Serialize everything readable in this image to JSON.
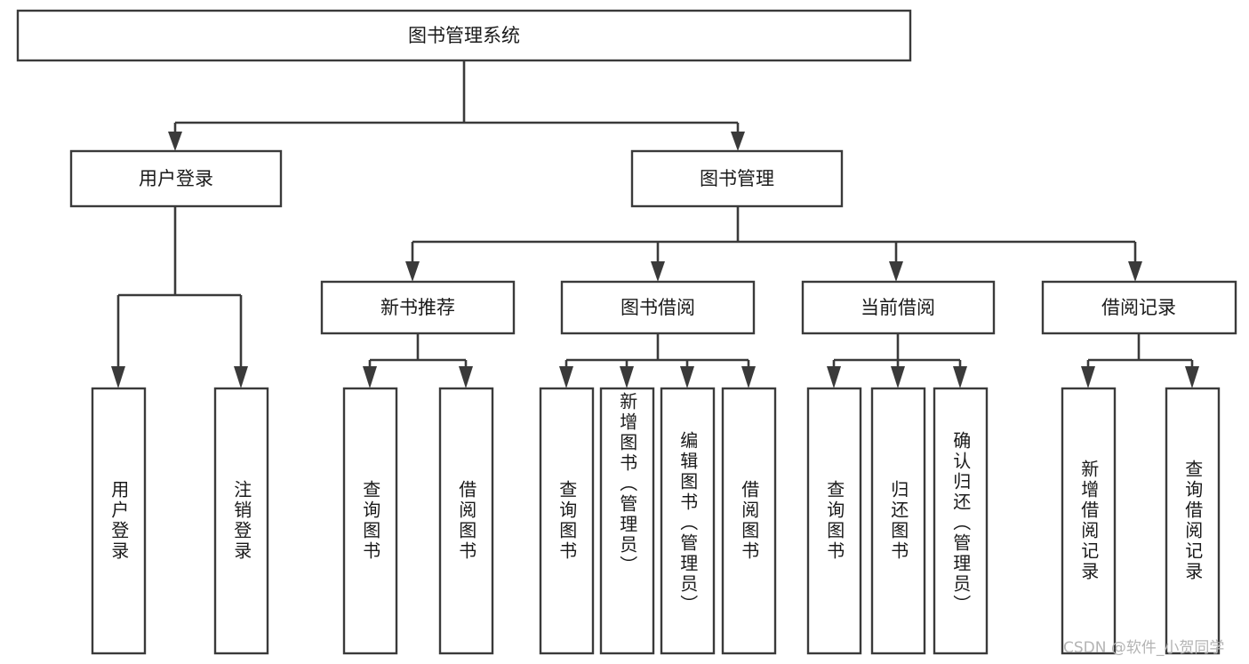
{
  "diagram": {
    "title": "图书管理系统",
    "type": "hierarchy-tree",
    "root": {
      "label": "图书管理系统"
    },
    "level2": [
      {
        "label": "用户登录"
      },
      {
        "label": "图书管理"
      }
    ],
    "level3": [
      {
        "label": "新书推荐"
      },
      {
        "label": "图书借阅"
      },
      {
        "label": "当前借阅"
      },
      {
        "label": "借阅记录"
      }
    ],
    "leaves": {
      "user_login": [
        {
          "label": "用户登录"
        },
        {
          "label": "注销登录"
        }
      ],
      "new_book_recommend": [
        {
          "label": "查询图书"
        },
        {
          "label": "借阅图书"
        }
      ],
      "book_borrow": [
        {
          "label": "查询图书"
        },
        {
          "label": "新增图书（管理员）"
        },
        {
          "label": "编辑图书（管理员）"
        },
        {
          "label": "借阅图书"
        }
      ],
      "current_borrow": [
        {
          "label": "查询图书"
        },
        {
          "label": "归还图书"
        },
        {
          "label": "确认归还（管理员）"
        }
      ],
      "borrow_record": [
        {
          "label": "新增借阅记录"
        },
        {
          "label": "查询借阅记录"
        }
      ]
    }
  },
  "watermark": {
    "text": "CSDN @软件_小贺同学"
  },
  "colors": {
    "stroke": "#3a3a3a",
    "fill": "#ffffff",
    "text": "#1a1a1a",
    "watermark": "#b4b4b4"
  }
}
